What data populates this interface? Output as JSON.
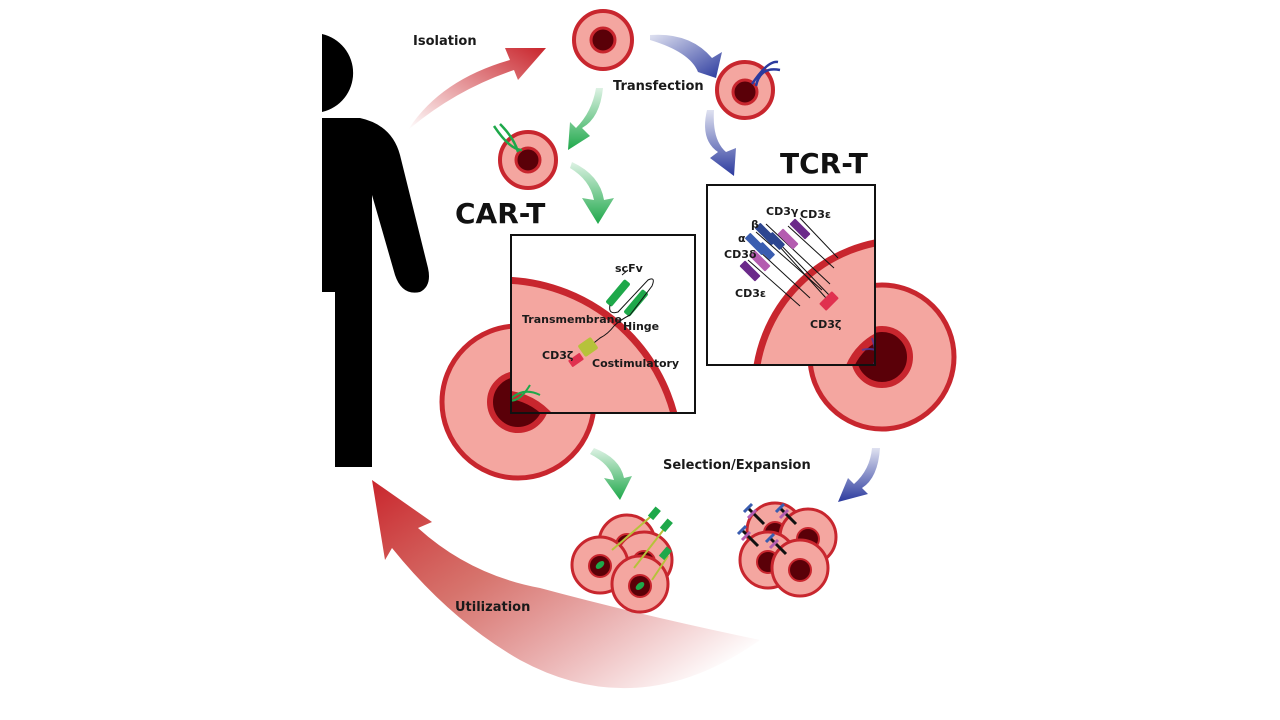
{
  "diagram": {
    "title_cart": "CAR-T",
    "title_tcrt": "TCR-T",
    "steps": {
      "isolation": "Isolation",
      "transfection": "Transfection",
      "selection": "Selection/Expansion",
      "utilization": "Utilization"
    },
    "car_panel": {
      "labels": {
        "scfv": "scFv",
        "transmembrane": "Transmembrane",
        "hinge": "Hinge",
        "cd3z": "CD3ζ",
        "costimulatory": "Costimulatory"
      }
    },
    "tcr_panel": {
      "labels": {
        "alpha": "α",
        "beta": "β",
        "cd3g": "CD3γ",
        "cd3e_top": "CD3ε",
        "cd3d": "CD3δ",
        "cd3e_bottom": "CD3ε",
        "cd3z": "CD3ζ"
      }
    },
    "colors": {
      "cell_membrane": "#c8262e",
      "cytoplasm": "#f4a6a0",
      "nucleus": "#5a0008",
      "car_arrow": "#1ea84a",
      "tcr_arrow": "#2b3a9e",
      "flow_arrow": "#c9252c",
      "cd3z": "#e0314f",
      "costim": "#b6c23a",
      "tcr_blue": "#3a5db0",
      "cd3_purple": "#6b2a8a",
      "cd3_pink": "#b45cb0"
    }
  }
}
